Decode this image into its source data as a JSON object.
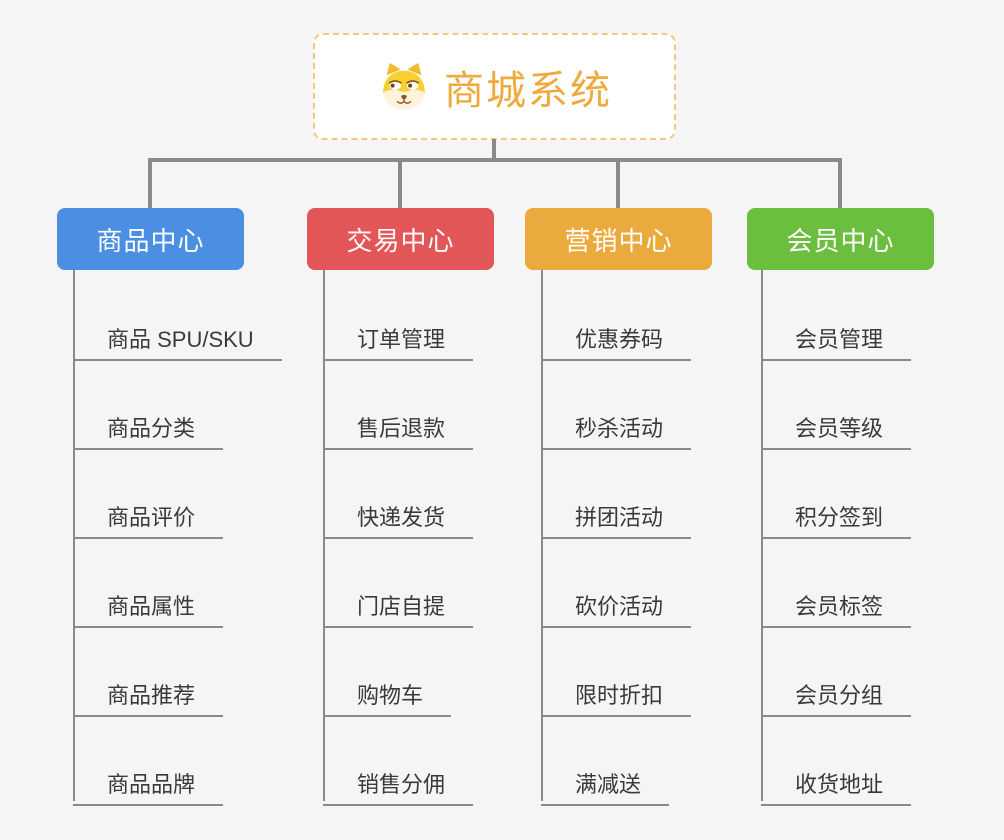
{
  "page": {
    "background_color": "#f5f5f5",
    "connector_color": "#8a8a8a"
  },
  "root": {
    "title": "商城系统",
    "icon": "dog-face-icon",
    "title_color": "#efa93c",
    "border_color": "#f3c87e"
  },
  "branches": [
    {
      "label": "商品中心",
      "color": "#4a8fe2",
      "items": [
        "商品 SPU/SKU",
        "商品分类",
        "商品评价",
        "商品属性",
        "商品推荐",
        "商品品牌"
      ]
    },
    {
      "label": "交易中心",
      "color": "#e25657",
      "items": [
        "订单管理",
        "售后退款",
        "快递发货",
        "门店自提",
        "购物车",
        "销售分佣"
      ]
    },
    {
      "label": "营销中心",
      "color": "#ebaa3e",
      "items": [
        "优惠券码",
        "秒杀活动",
        "拼团活动",
        "砍价活动",
        "限时折扣",
        "满减送"
      ]
    },
    {
      "label": "会员中心",
      "color": "#6cbe3f",
      "items": [
        "会员管理",
        "会员等级",
        "积分签到",
        "会员标签",
        "会员分组",
        "收货地址"
      ]
    }
  ]
}
